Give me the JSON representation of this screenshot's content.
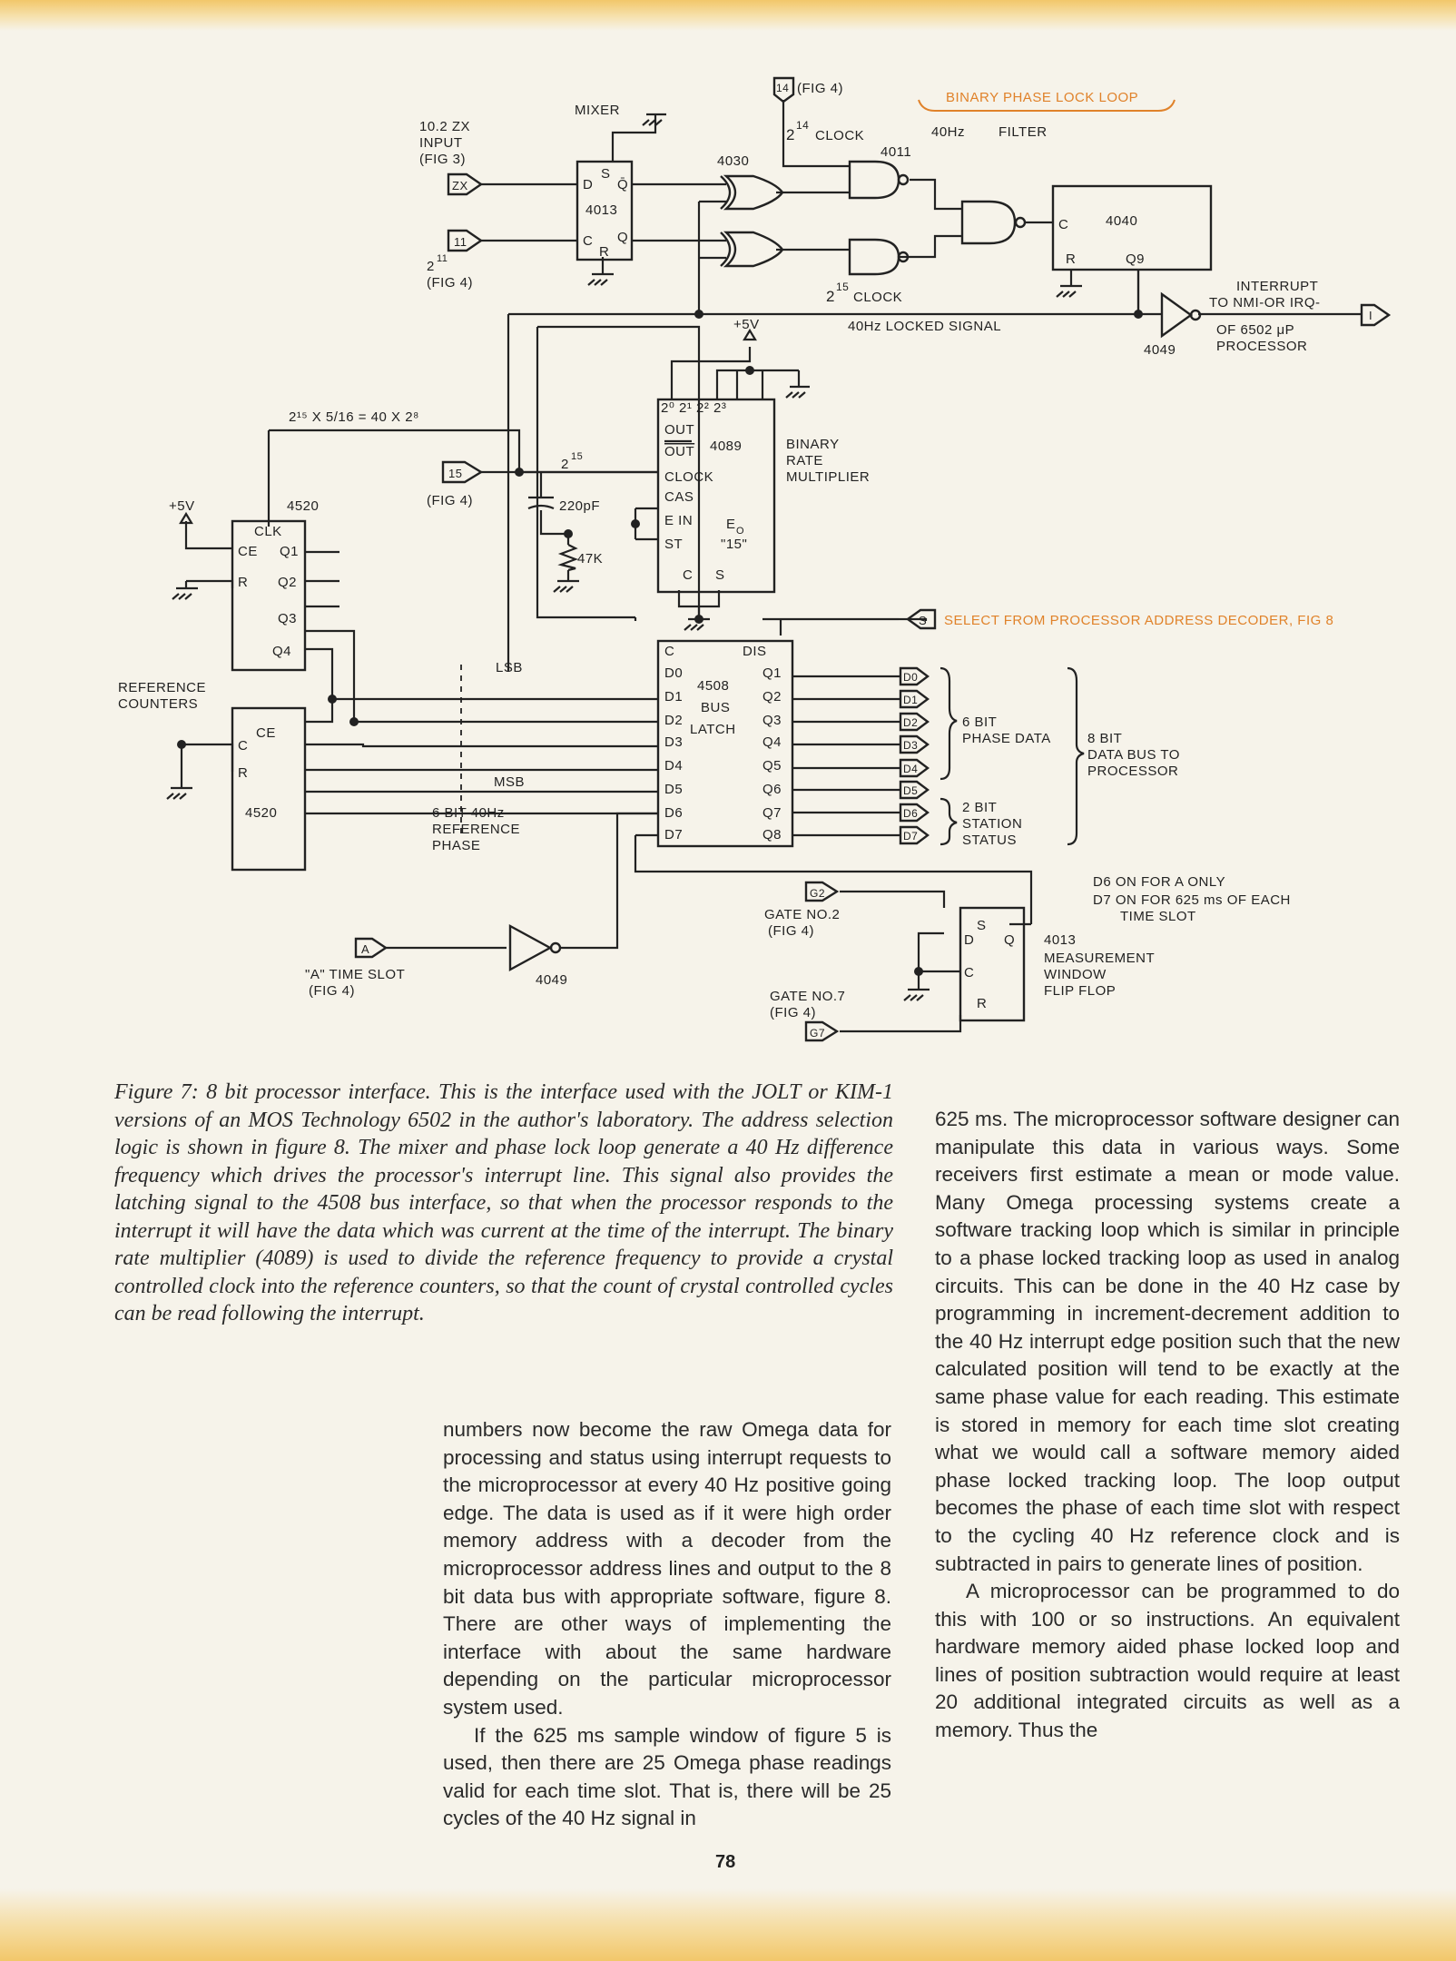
{
  "figure": {
    "labels": {
      "mixer": "MIXER",
      "zx_input": "10.2 ZX",
      "zx_input_2": "INPUT",
      "zx_input_3": "(FIG 3)",
      "zx_port": "ZX",
      "port_11": "11",
      "two_11": "2",
      "two_11_exp": "11",
      "fig4_a": "(FIG 4)",
      "port_14": "14",
      "fig4_b": "(FIG 4)",
      "two_14_clock": "2",
      "two_14_exp": "14",
      "clock_word": "CLOCK",
      "ic_4030": "4030",
      "ic_4011": "4011",
      "ic_4013_top": "4013",
      "pin_d": "D",
      "pin_s": "S",
      "pin_qbar": "Q̄",
      "pin_c": "C",
      "pin_r": "R",
      "pin_q": "Q",
      "pll_title": "BINARY PHASE LOCK LOOP",
      "hz40": "40Hz",
      "filter": "FILTER",
      "ic_4040": "4040",
      "pin_c_4040": "C",
      "pin_r_4040": "R",
      "pin_q9": "Q9",
      "two_15_clock": "2",
      "two_15_exp": "15",
      "clock_word_2": "CLOCK",
      "plus5v_top": "+5V",
      "locked_signal": "40Hz LOCKED SIGNAL",
      "interrupt_1": "INTERRUPT",
      "interrupt_2": "TO NMI-OR IRQ-",
      "interrupt_3": "OF 6502 μP",
      "interrupt_4": "PROCESSOR",
      "ic_4049_top": "4049",
      "port_i": "I",
      "ratio": "2¹⁵ X 5/16 = 40 X 2⁸",
      "ic_4089_pins": "2⁰ 2¹ 2² 2³",
      "out": "OUT",
      "out_bar": "OUT",
      "ic_4089": "4089",
      "clock_pin": "CLOCK",
      "cas": "CAS",
      "e_in": "E IN",
      "st": "ST",
      "eo": "E",
      "eo_sub": "O",
      "q15": "\"15\"",
      "pin_c_4089": "C",
      "pin_s_4089": "S",
      "binary_1": "BINARY",
      "binary_2": "RATE",
      "binary_3": "MULTIPLIER",
      "port_15": "15",
      "fig4_c": "(FIG 4)",
      "two_15b": "2",
      "two_15b_exp": "15",
      "cap": "220pF",
      "res": "47K",
      "plus5v_left": "+5V",
      "ic_4520_top": "4520",
      "clk": "CLK",
      "ce": "CE",
      "q1": "Q1",
      "r": "R",
      "q2": "Q2",
      "q3": "Q3",
      "q4": "Q4",
      "ref_counters_1": "REFERENCE",
      "ref_counters_2": "COUNTERS",
      "ce2": "CE",
      "c2": "C",
      "r2": "R",
      "ic_4520_bottom": "4520",
      "lsb": "LSB",
      "msb": "MSB",
      "six_bit_1": "6 BIT 40Hz",
      "six_bit_2": "REFERENCE",
      "six_bit_3": "PHASE",
      "select_port": "S",
      "select_text": "SELECT FROM PROCESSOR ADDRESS DECODER, FIG 8",
      "latch_c": "C",
      "latch_dis": "DIS",
      "latch_d0": "D0",
      "latch_d1": "D1",
      "latch_d2": "D2",
      "latch_d3": "D3",
      "latch_d4": "D4",
      "latch_d5": "D5",
      "latch_d6": "D6",
      "latch_d7": "D7",
      "latch_q1": "Q1",
      "latch_q2": "Q2",
      "latch_q3": "Q3",
      "latch_q4": "Q4",
      "latch_q5": "Q5",
      "latch_q6": "Q6",
      "latch_q7": "Q7",
      "latch_q8": "Q8",
      "latch_name_1": "4508",
      "latch_name_2": "BUS",
      "latch_name_3": "LATCH",
      "bus_d0": "D0",
      "bus_d1": "D1",
      "bus_d2": "D2",
      "bus_d3": "D3",
      "bus_d4": "D4",
      "bus_d5": "D5",
      "bus_d6": "D6",
      "bus_d7": "D7",
      "phase_1": "6 BIT",
      "phase_2": "PHASE DATA",
      "station_1": "2 BIT",
      "station_2": "STATION",
      "station_3": "STATUS",
      "bus8_1": "8 BIT",
      "bus8_2": "DATA BUS TO",
      "bus8_3": "PROCESSOR",
      "d6_note": "D6 ON FOR A ONLY",
      "d7_note_1": "D7 ON FOR 625 ms OF EACH",
      "d7_note_2": "TIME SLOT",
      "port_g2": "G2",
      "gate2_1": "GATE NO.2",
      "gate2_2": "(FIG 4)",
      "gate7_1": "GATE NO.7",
      "gate7_2": "(FIG 4)",
      "port_g7": "G7",
      "ff_s": "S",
      "ff_d": "D",
      "ff_q": "Q",
      "ff_c": "C",
      "ff_r": "R",
      "ff_ic": "4013",
      "ff_1": "MEASUREMENT",
      "ff_2": "WINDOW",
      "ff_3": "FLIP FLOP",
      "port_a": "A",
      "a_slot_1": "\"A\" TIME SLOT",
      "a_slot_2": "(FIG 4)",
      "ic_4049_bottom": "4049"
    }
  },
  "caption": "Figure 7: 8 bit processor interface. This is the interface used with the JOLT or KIM-1 versions of an MOS Technology 6502 in the author's laboratory. The address selection logic is shown in figure 8. The mixer and phase lock loop generate a 40 Hz difference frequency which drives the processor's interrupt line. This signal also provides the latching signal to the 4508 bus interface, so that when the processor responds to the interrupt it will have the data which was current at the time of the interrupt. The binary rate multiplier (4089) is used to divide the reference frequency to provide a crystal controlled clock into the reference counters, so that the count of crystal controlled cycles can be read following the interrupt.",
  "body": {
    "mid_p1": "numbers now become the raw Omega data for processing and status using interrupt requests to the microprocessor at every 40 Hz positive going edge. The data is used as if it were high order memory address with a decoder from the microprocessor address lines and output to the 8 bit data bus with appropriate software, figure 8. There are other ways of implementing the interface with about the same hardware depending on the particular microprocessor system used.",
    "mid_p2": "If the 625 ms sample window of figure 5 is used, then there are 25 Omega phase readings valid for each time slot. That is, there will be 25 cycles of the 40 Hz signal in",
    "right_p1": "625 ms. The microprocessor software designer can manipulate this data in various ways. Some receivers first estimate a mean or mode value. Many Omega processing systems create a software tracking loop which is similar in principle to a phase locked tracking loop as used in analog circuits. This can be done in the 40 Hz case by programming in increment-decrement addition to the 40 Hz interrupt edge position such that the new calculated position will tend to be exactly at the same phase value for each reading. This estimate is stored in memory for each time slot creating what we would call a software memory aided phase locked tracking loop. The loop output becomes the phase of each time slot with respect to the cycling 40 Hz reference clock and is subtracted in pairs to generate lines of position.",
    "right_p2": "A microprocessor can be programmed to do this with 100 or so instructions. An equivalent hardware memory aided phase locked loop and lines of position subtraction would require at least 20 additional integrated circuits as well as a memory. Thus the"
  },
  "page_number": "78"
}
